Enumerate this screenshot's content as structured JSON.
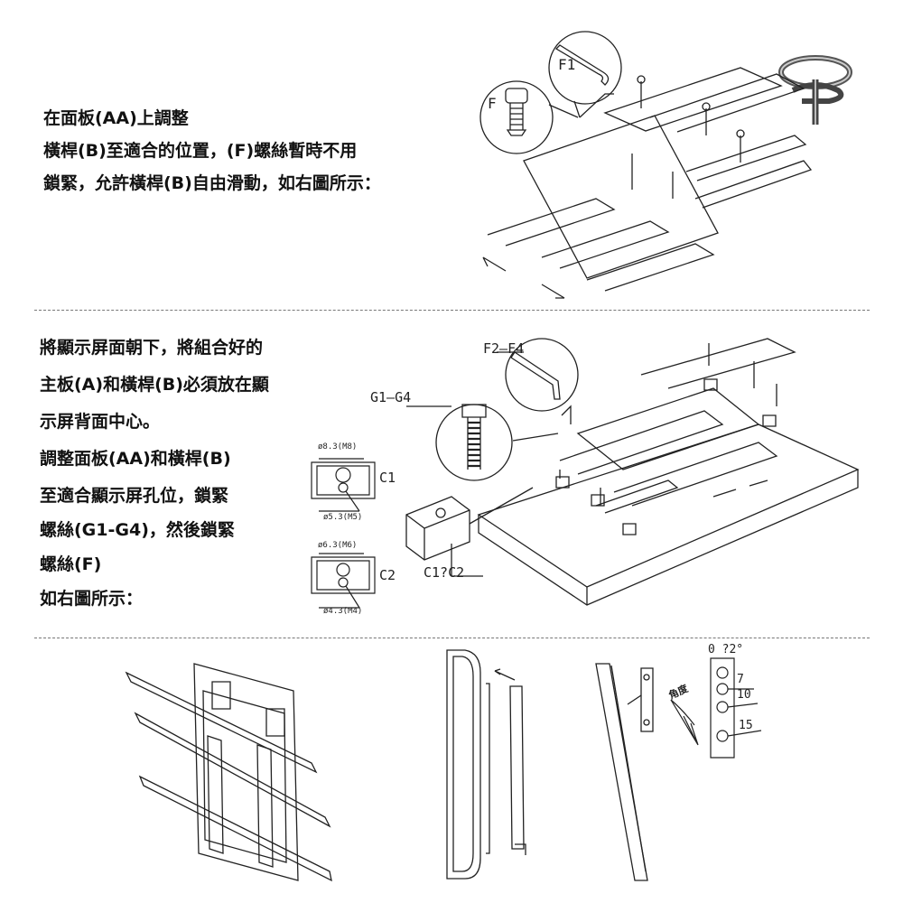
{
  "section1": {
    "line1": "在面板(AA)上調整",
    "line2": "橫桿(B)至適合的位置，(F)螺絲暫時不用",
    "line3": "鎖緊，允許橫桿(B)自由滑動，如右圖所示：",
    "label_f": "F",
    "label_f1": "F1"
  },
  "section2": {
    "lines": [
      "將顯示屏面朝下，將組合好的",
      "主板(A)和橫桿(B)必須放在顯",
      "示屏背面中心。",
      "調整面板(AA)和橫桿(B)",
      "至適合顯示屏孔位，鎖緊",
      "螺絲(G1-G4)，然後鎖緊",
      "螺絲(F)",
      "如右圖所示："
    ],
    "label_f2f4": "F2—F4",
    "label_g1g4": "G1—G4",
    "c1": {
      "top": "ø8.3(M8)",
      "name": "C1",
      "bottom": "ø5.3(M5)"
    },
    "c2": {
      "top": "ø6.3(M6)",
      "name": "C2",
      "bottom": "ø4.3(M4)"
    },
    "label_c1c2": "C1?C2"
  },
  "section3": {
    "angle_top": "0 ?2°",
    "angle_labels": [
      "7",
      "10",
      "15"
    ],
    "angle_word": "角度"
  }
}
